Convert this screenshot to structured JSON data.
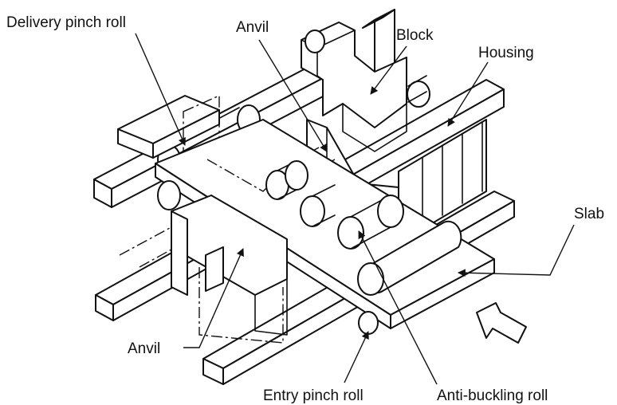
{
  "labels": {
    "delivery_pinch_roll": "Delivery pinch roll",
    "anvil_top": "Anvil",
    "block": "Block",
    "housing": "Housing",
    "slab": "Slab",
    "anvil_bottom": "Anvil",
    "entry_pinch_roll": "Entry pinch roll",
    "anti_buckling_roll": "Anti-buckling roll"
  },
  "colors": {
    "line": "#111111",
    "background": "#ffffff"
  },
  "icons": {
    "feed_direction": "hollow-arrow-icon"
  }
}
